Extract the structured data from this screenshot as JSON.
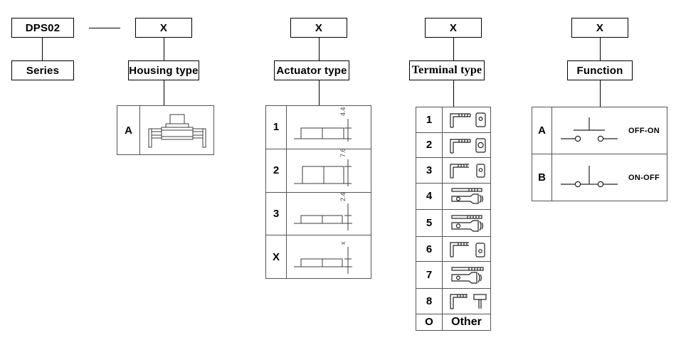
{
  "diagram": {
    "title_code": "DPS02",
    "series_label": "Series",
    "dash_connector": "—",
    "segments": [
      {
        "id": "series",
        "code": "DPS02",
        "label": "Series",
        "options": []
      },
      {
        "id": "housing",
        "code": "X",
        "label": "Housing type",
        "options": [
          {
            "key": "A",
            "icon": "housing-switch-side-view",
            "text": ""
          }
        ]
      },
      {
        "id": "actuator",
        "code": "X",
        "label": "Actuator type",
        "options": [
          {
            "key": "1",
            "icon": "actuator-profile",
            "dimension": "4.4"
          },
          {
            "key": "2",
            "icon": "actuator-profile",
            "dimension": "7.6"
          },
          {
            "key": "3",
            "icon": "actuator-profile",
            "dimension": "2.4"
          },
          {
            "key": "X",
            "icon": "actuator-profile",
            "dimension": "x"
          }
        ]
      },
      {
        "id": "terminal",
        "code": "X",
        "label": "Terminal type",
        "options": [
          {
            "key": "1",
            "icon": "terminal-bent-pin-a",
            "text": ""
          },
          {
            "key": "2",
            "icon": "terminal-bent-pin-b",
            "text": ""
          },
          {
            "key": "3",
            "icon": "terminal-bent-pin-c",
            "text": ""
          },
          {
            "key": "4",
            "icon": "terminal-flat-tab-a",
            "text": ""
          },
          {
            "key": "5",
            "icon": "terminal-flat-tab-b",
            "text": ""
          },
          {
            "key": "6",
            "icon": "terminal-bent-pin-d",
            "text": ""
          },
          {
            "key": "7",
            "icon": "terminal-flat-tab-c",
            "text": ""
          },
          {
            "key": "8",
            "icon": "terminal-bent-pin-e",
            "text": ""
          },
          {
            "key": "O",
            "icon": "",
            "text": "Other"
          }
        ]
      },
      {
        "id": "function",
        "code": "X",
        "label": "Function",
        "options": [
          {
            "key": "A",
            "icon": "switch-normally-open",
            "text": "OFF-ON"
          },
          {
            "key": "B",
            "icon": "switch-normally-closed",
            "text": "ON-OFF"
          }
        ]
      }
    ]
  },
  "colors": {
    "line": "#000000",
    "table_border": "#555555",
    "drawing": "#3c3c3c",
    "background": "#ffffff"
  }
}
